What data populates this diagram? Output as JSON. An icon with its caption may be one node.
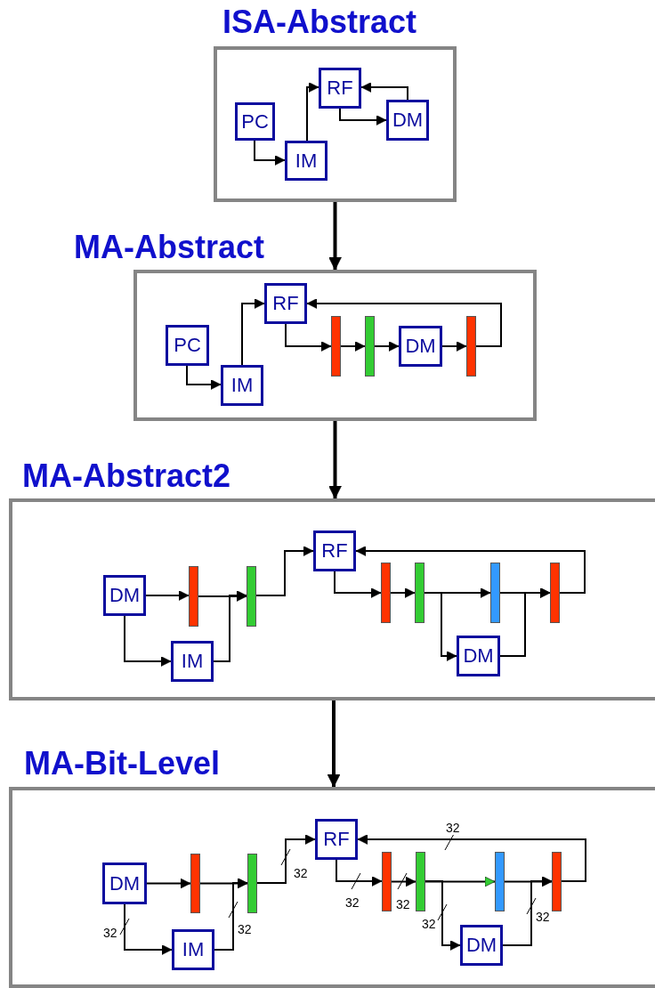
{
  "diagram": {
    "nodes": [
      {
        "text": [
          "ISA-Abstract"
        ]
      },
      {
        "text": [
          "PC"
        ],
        "in": 0
      },
      {
        "text": [
          "IM"
        ],
        "in": 0
      },
      {
        "text": [
          "RF"
        ],
        "in": 0
      },
      {
        "text": [
          "DM"
        ],
        "in": 0
      },
      {
        "text": [
          "MA-Abstract"
        ]
      },
      {
        "text": [
          "PC"
        ],
        "in": 5
      },
      {
        "text": [
          "IM"
        ],
        "in": 5
      },
      {
        "text": [
          "RF"
        ],
        "in": 5
      },
      {
        "text": [],
        "shape": "bar",
        "in": 5
      },
      {
        "text": [],
        "shape": "bar",
        "in": 5
      },
      {
        "text": [
          "DM"
        ],
        "in": 5
      },
      {
        "text": [],
        "shape": "bar",
        "in": 5
      },
      {
        "text": [
          "MA-Abstract2"
        ]
      },
      {
        "text": [
          "DM"
        ],
        "in": 13
      },
      {
        "text": [],
        "shape": "bar",
        "in": 13
      },
      {
        "text": [],
        "shape": "bar",
        "in": 13
      },
      {
        "text": [
          "IM"
        ],
        "in": 13
      },
      {
        "text": [
          "RF"
        ],
        "in": 13
      },
      {
        "text": [],
        "shape": "bar",
        "in": 13
      },
      {
        "text": [],
        "shape": "bar",
        "in": 13
      },
      {
        "text": [],
        "shape": "bar",
        "in": 13
      },
      {
        "text": [
          "DM"
        ],
        "in": 13
      },
      {
        "text": [],
        "shape": "bar",
        "in": 13
      },
      {
        "text": [
          "MA-Bit-Level"
        ]
      },
      {
        "text": [
          "DM"
        ],
        "in": 24
      },
      {
        "text": [],
        "shape": "bar",
        "in": 24
      },
      {
        "text": [],
        "shape": "bar",
        "in": 24
      },
      {
        "text": [
          "IM"
        ],
        "in": 24
      },
      {
        "text": [
          "RF"
        ],
        "in": 24
      },
      {
        "text": [],
        "shape": "bar",
        "in": 24
      },
      {
        "text": [],
        "shape": "bar",
        "in": 24
      },
      {
        "text": [],
        "shape": "bar",
        "in": 24
      },
      {
        "text": [
          "DM"
        ],
        "in": 24
      },
      {
        "text": [],
        "shape": "bar",
        "in": 24
      }
    ],
    "edges": [
      {
        "from": 0,
        "to": 5,
        "arrow": "to",
        "style": "thick"
      },
      {
        "from": 5,
        "to": 13,
        "arrow": "to",
        "style": "thick"
      },
      {
        "from": 13,
        "to": 24,
        "arrow": "to",
        "style": "thick"
      },
      {
        "from": 1,
        "to": 2,
        "arrow": "to"
      },
      {
        "from": 2,
        "to": 3,
        "arrow": "to"
      },
      {
        "from": 3,
        "to": 4,
        "arrow": "to"
      },
      {
        "from": 4,
        "to": 3,
        "arrow": "to"
      },
      {
        "from": 6,
        "to": 7,
        "arrow": "to"
      },
      {
        "from": 7,
        "to": 8,
        "arrow": "to"
      },
      {
        "from": 8,
        "to": 9,
        "arrow": "to"
      },
      {
        "from": 9,
        "to": 10,
        "arrow": "to"
      },
      {
        "from": 10,
        "to": 11,
        "arrow": "to"
      },
      {
        "from": 11,
        "to": 12,
        "arrow": "to"
      },
      {
        "from": 12,
        "to": 8,
        "arrow": "to"
      },
      {
        "from": 14,
        "to": 15,
        "arrow": "to"
      },
      {
        "from": 14,
        "to": 17,
        "arrow": "to"
      },
      {
        "from": 15,
        "to": 16,
        "arrow": "to"
      },
      {
        "from": 17,
        "to": 16,
        "arrow": "to"
      },
      {
        "from": 16,
        "to": 18,
        "arrow": "to"
      },
      {
        "from": 18,
        "to": 19,
        "arrow": "to"
      },
      {
        "from": 19,
        "to": 20,
        "arrow": "to"
      },
      {
        "from": 20,
        "to": 21,
        "arrow": "to"
      },
      {
        "from": 20,
        "to": 22,
        "arrow": "to"
      },
      {
        "from": 21,
        "to": 23,
        "arrow": "to"
      },
      {
        "from": 22,
        "to": 23,
        "arrow": "to"
      },
      {
        "from": 23,
        "to": 18,
        "arrow": "to"
      },
      {
        "from": 25,
        "to": 26,
        "arrow": "to"
      },
      {
        "from": 25,
        "to": 28,
        "arrow": "to",
        "label": "32"
      },
      {
        "from": 26,
        "to": 27,
        "arrow": "to"
      },
      {
        "from": 28,
        "to": 27,
        "arrow": "to",
        "label": "32"
      },
      {
        "from": 27,
        "to": 29,
        "arrow": "to",
        "label": "32"
      },
      {
        "from": 29,
        "to": 30,
        "arrow": "to",
        "label": "32"
      },
      {
        "from": 30,
        "to": 31,
        "arrow": "to",
        "label": "32"
      },
      {
        "from": 31,
        "to": 32,
        "arrow": "to"
      },
      {
        "from": 31,
        "to": 33,
        "arrow": "to",
        "label": "32"
      },
      {
        "from": 32,
        "to": 34,
        "arrow": "to"
      },
      {
        "from": 33,
        "to": 34,
        "arrow": "to",
        "label": "32"
      },
      {
        "from": 34,
        "to": 29,
        "arrow": "to",
        "label": "32"
      }
    ]
  }
}
